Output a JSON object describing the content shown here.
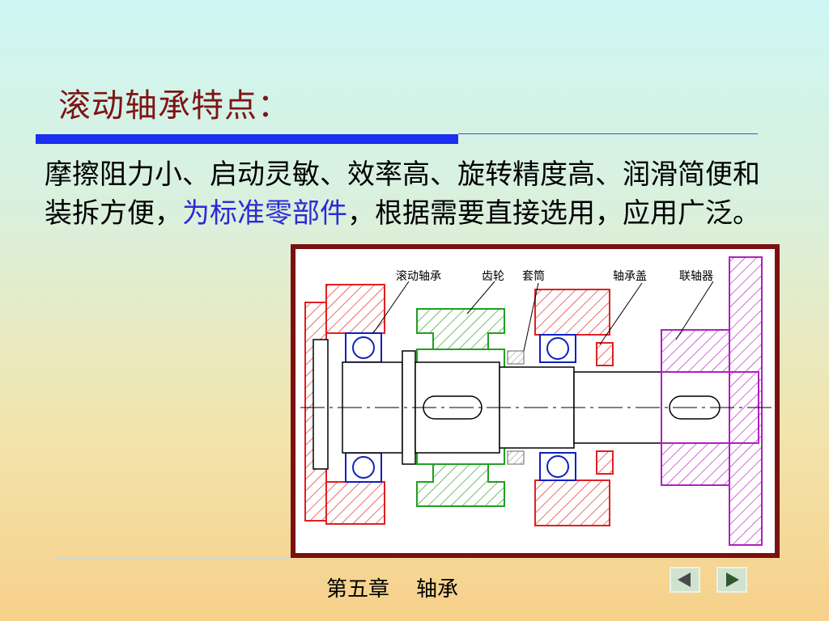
{
  "slide": {
    "title": "滚动轴承特点：",
    "body_part1": "摩擦阻力小、启动灵敏、效率高、旋转精度高、润滑简便和装拆方便，",
    "body_highlight": "为标准零部件",
    "body_part2": "，根据需要直接选用，应用广泛。",
    "footer": "第五章    轴承"
  },
  "figure": {
    "labels": {
      "rolling_bearing": "滚动轴承",
      "gear": "齿轮",
      "sleeve": "套筒",
      "bearing_cover": "轴承盖",
      "coupling": "联轴器"
    }
  },
  "nav": {
    "prev_icon": "triangle-left-icon",
    "next_icon": "triangle-right-icon"
  },
  "colors": {
    "title": "#7f1414",
    "accent_bar": "#1a2ff0",
    "highlight": "#2b2bd6",
    "frame": "#7a1010",
    "housing": "#e02020",
    "gear": "#20a020",
    "coupling": "#b020c0",
    "bearing_ball": "#1020c0"
  }
}
